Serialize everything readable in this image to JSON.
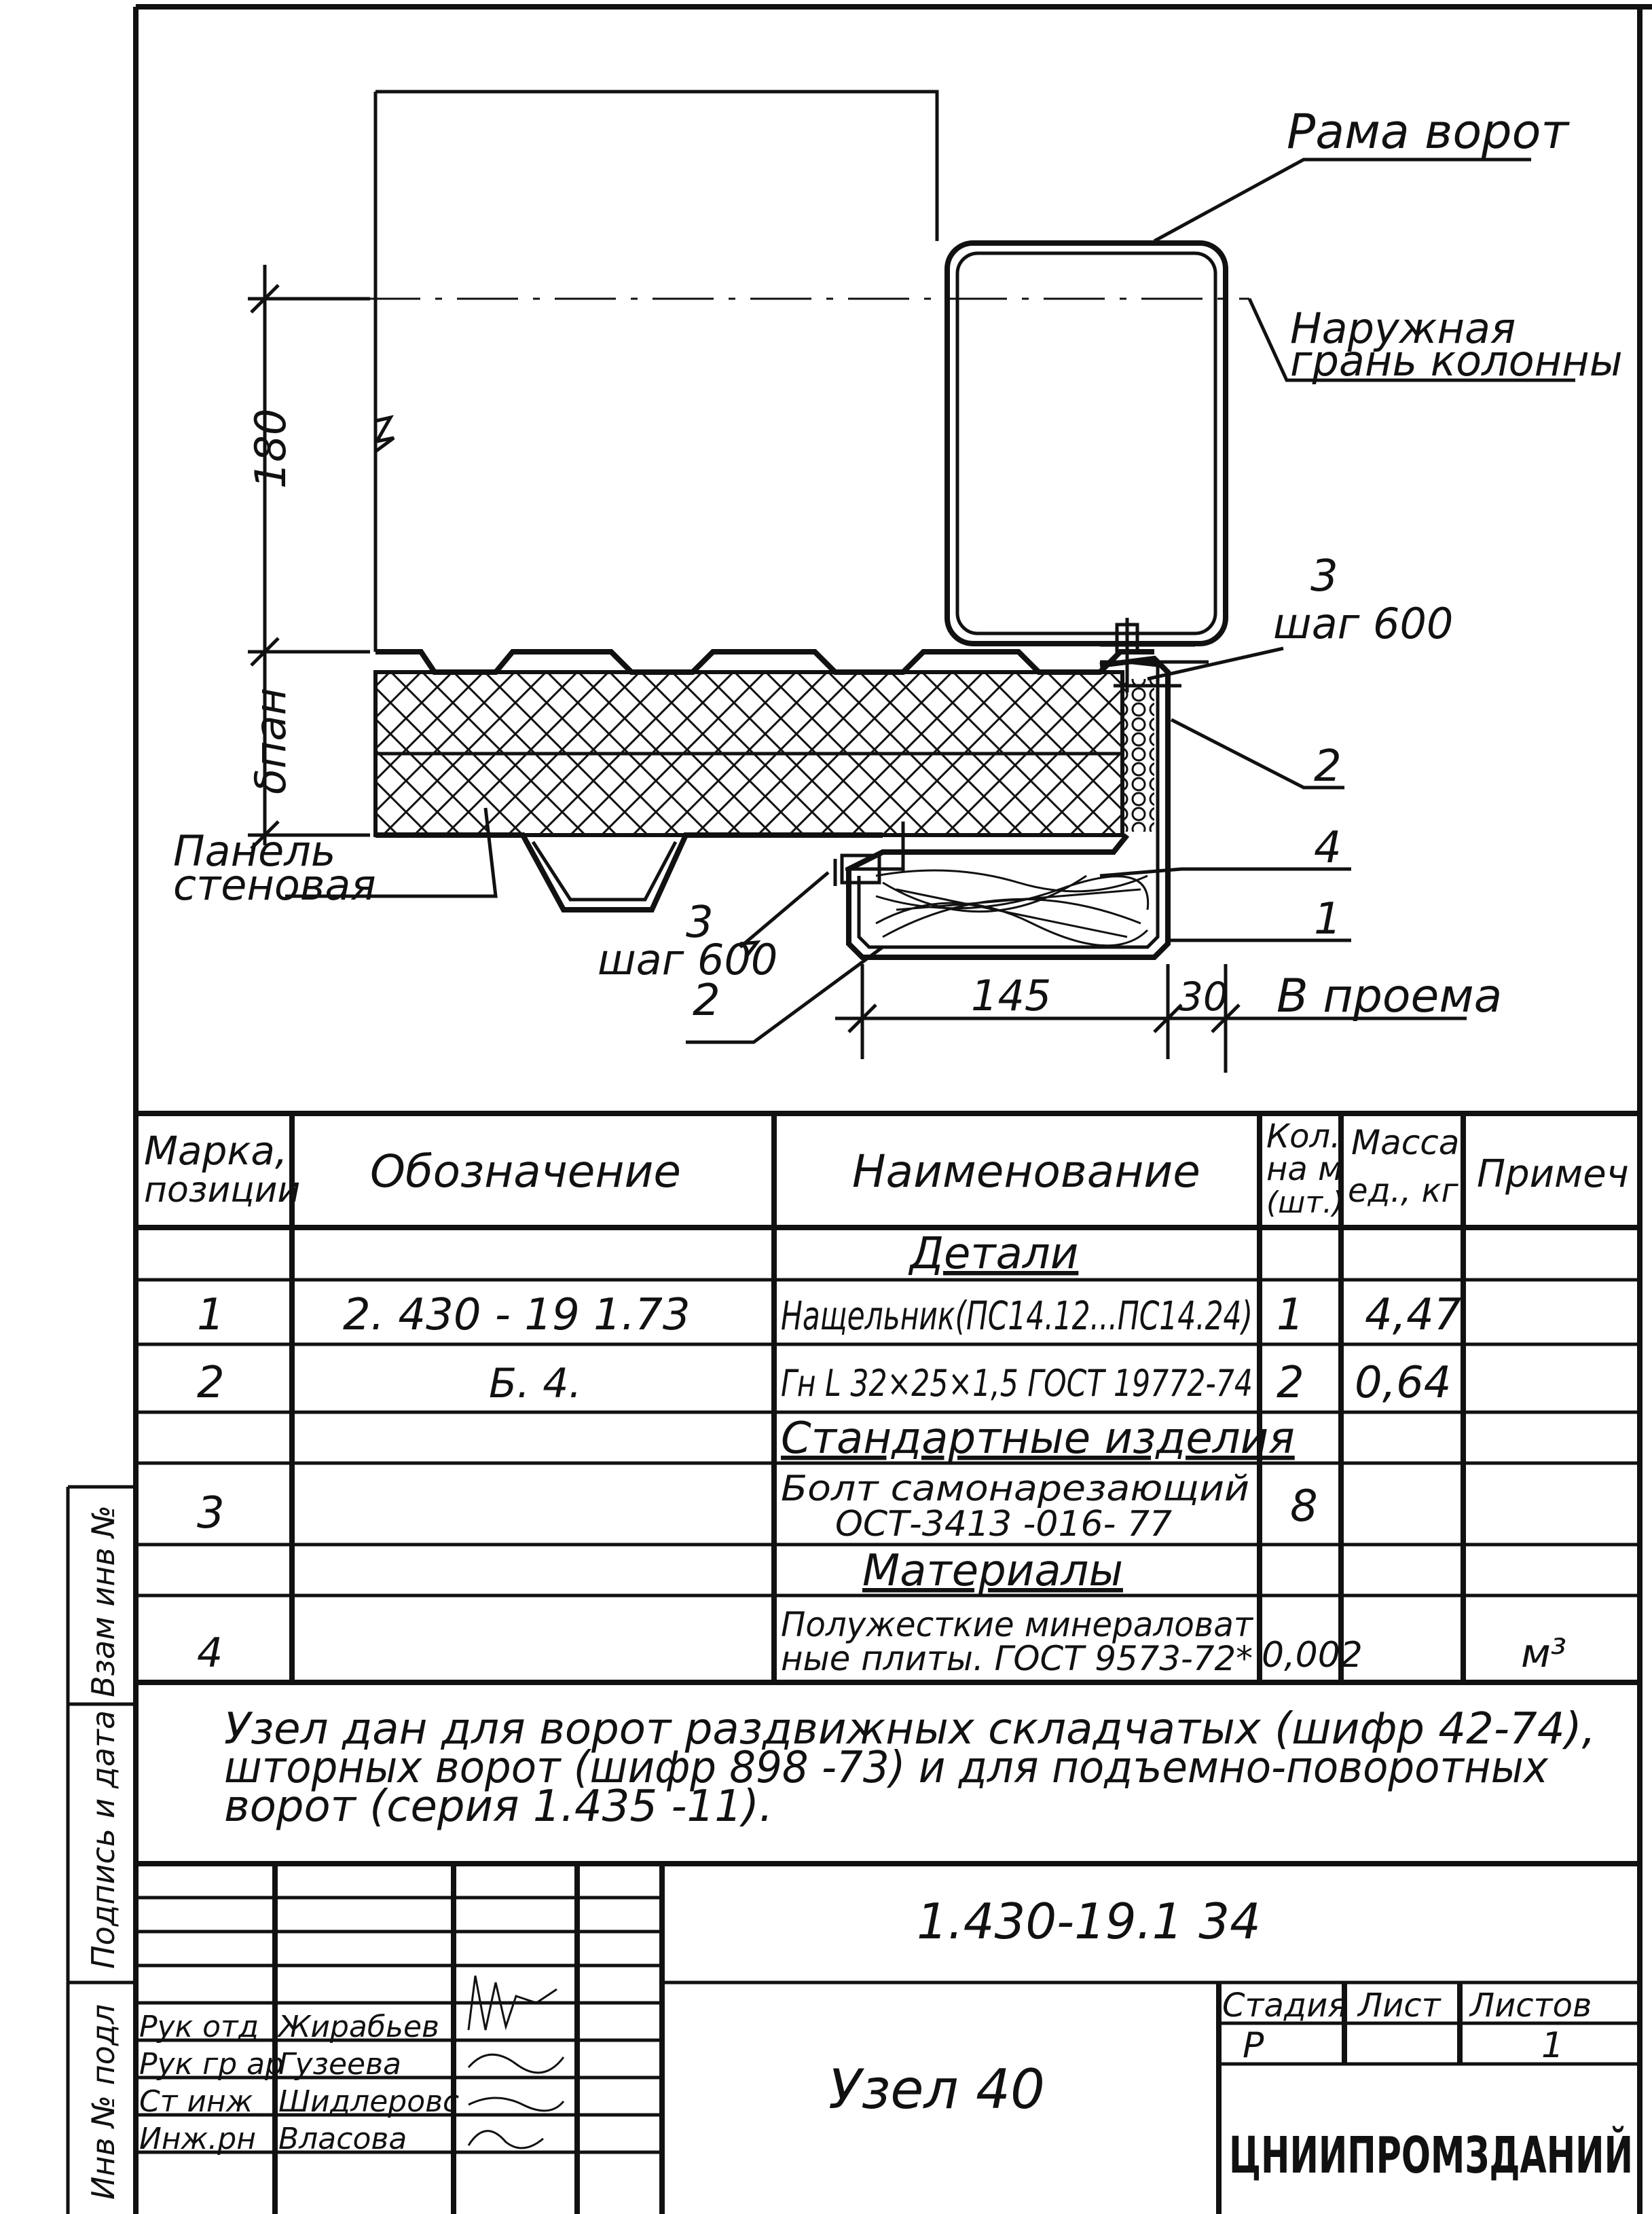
{
  "drawing": {
    "callouts": {
      "gate_frame": "Рама ворот",
      "outer_face_line1": "Наружная",
      "outer_face_line2": "грань колонны",
      "wall_panel_line1": "Панель",
      "wall_panel_line2": "стеновая",
      "pos3_top": "3",
      "pitch_top": "шаг 600",
      "pos2_right": "2",
      "pos4": "4",
      "pos1": "1",
      "pos3_bottom": "3",
      "pitch_bottom": "шаг 600",
      "pos2_bottom": "2",
      "opening_b": "В проема"
    },
    "dimensions": {
      "d180": "180",
      "delta_pan": "δпан",
      "d145": "145",
      "d30": "30"
    }
  },
  "spec_table": {
    "headers": {
      "mark": [
        "Марка,",
        "позиции"
      ],
      "designation": "Обозначение",
      "name": "Наименование",
      "qty": [
        "Кол.",
        "на м",
        "(шт.)"
      ],
      "mass": [
        "Масса",
        "ед., кг"
      ],
      "note": "Примеч"
    },
    "sections": {
      "details": "Детали",
      "standard": "Стандартные изделия",
      "materials": "Материалы"
    },
    "rows": [
      {
        "mark": "1",
        "designation": "2. 430 - 19 1.73",
        "name": "Нащельник(ПС14.12...ПС14.24)",
        "qty": "1",
        "mass": "4,47",
        "note": ""
      },
      {
        "mark": "2",
        "designation": "Б. 4.",
        "name": "Гн L 32×25×1,5 ГОСТ 19772-74",
        "qty": "2",
        "mass": "0,64",
        "note": ""
      },
      {
        "mark": "3",
        "designation": "",
        "name_line1": "Болт самонарезающий",
        "name_line2": "ОСТ-3413 -016- 77",
        "qty": "8",
        "mass": "",
        "note": ""
      },
      {
        "mark": "4",
        "designation": "",
        "name_line1": "Полужесткие минераловат",
        "name_line2": "ные плиты. ГОСТ 9573-72*",
        "qty": "0,002",
        "mass": "",
        "note": "м³"
      }
    ]
  },
  "note": {
    "line1": "Узел дан для ворот раздвижных складчатых (шифр 42-74),",
    "line2": "шторных ворот (шифр 898 -73) и для подъемно-поворотных",
    "line3": "ворот (серия 1.435 -11)."
  },
  "title_block": {
    "doc_code": "1.430-19.1 34",
    "title": "Узел 40",
    "stage_label": "Стадия",
    "sheet_label": "Лист",
    "sheets_label": "Листов",
    "stage_value": "Р",
    "sheets_value": "1",
    "organization": "ЦНИИПРОМЗДАНИЙ",
    "signers": [
      {
        "role": "Рук отд",
        "name": "Жирабьев"
      },
      {
        "role": "Рук гр ар",
        "name": "Гузеева"
      },
      {
        "role": "Ст инж",
        "name": "Шидлеровс"
      },
      {
        "role": "Инж.рн",
        "name": "Власова"
      }
    ]
  },
  "side_stamp": {
    "replace_inv": "Взам инв №",
    "sign_date": "Подпись и дата",
    "inv_orig": "Инв № подл"
  }
}
